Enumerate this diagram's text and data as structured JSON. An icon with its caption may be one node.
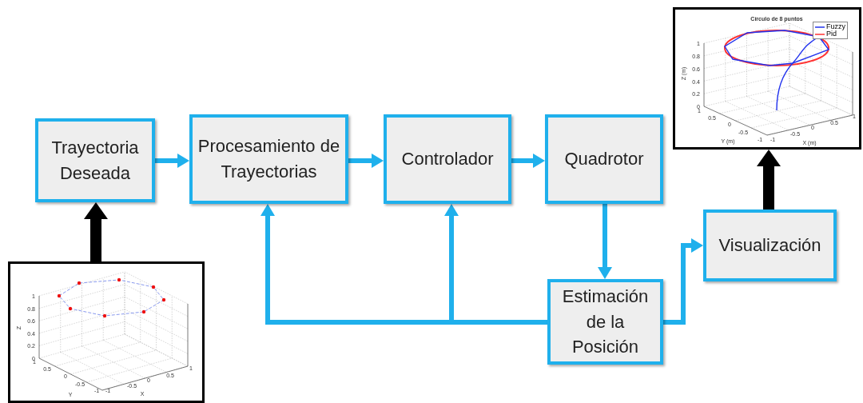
{
  "diagram": {
    "nodes": [
      {
        "text": [
          "Trayectoria Deseada"
        ]
      },
      {
        "text": [
          "Procesamiento de Trayectorias"
        ]
      },
      {
        "text": [
          "Controlador"
        ]
      },
      {
        "text": [
          "Quadrotor"
        ]
      },
      {
        "text": [
          "Visualización"
        ]
      },
      {
        "text": [
          "Estimación de la Posición"
        ]
      },
      {
        "text": [],
        "shape": "picture"
      },
      {
        "text": [],
        "shape": "picture"
      }
    ],
    "edges": [
      {
        "from": 0,
        "to": 1,
        "arrow": "to"
      },
      {
        "from": 1,
        "to": 2,
        "arrow": "to"
      },
      {
        "from": 2,
        "to": 3,
        "arrow": "to"
      },
      {
        "from": 3,
        "to": 5,
        "arrow": "to"
      },
      {
        "from": 5,
        "to": 4,
        "arrow": "to"
      },
      {
        "from": 5,
        "to": 1,
        "arrow": "to"
      },
      {
        "from": 5,
        "to": 2,
        "arrow": "to"
      },
      {
        "from": 7,
        "to": 0,
        "arrow": "to",
        "style": "thick",
        "color": "#000000"
      },
      {
        "from": 4,
        "to": 6,
        "arrow": "to",
        "style": "thick",
        "color": "#000000"
      }
    ],
    "labels": [
      "Círculo de 8 puntos",
      "1",
      "0.8",
      "0.6",
      "0.4",
      "0.2",
      "0",
      "Z (m)",
      "1",
      "0.5",
      "0",
      "-0.5",
      "-1",
      "Y (m)",
      "-1",
      "-0.5",
      "0",
      "0.5",
      "1",
      "X (m)",
      "1",
      "0.8",
      "0.6",
      "0.4",
      "0.2",
      "0",
      "Z",
      "1",
      "0.5",
      "0",
      "-0.5",
      "-1",
      "Y",
      "-1",
      "-0.5",
      "0",
      "0.5",
      "1",
      "X"
    ],
    "legend": [
      {
        "text": "Fuzzy"
      },
      {
        "text": "Pid"
      }
    ]
  }
}
